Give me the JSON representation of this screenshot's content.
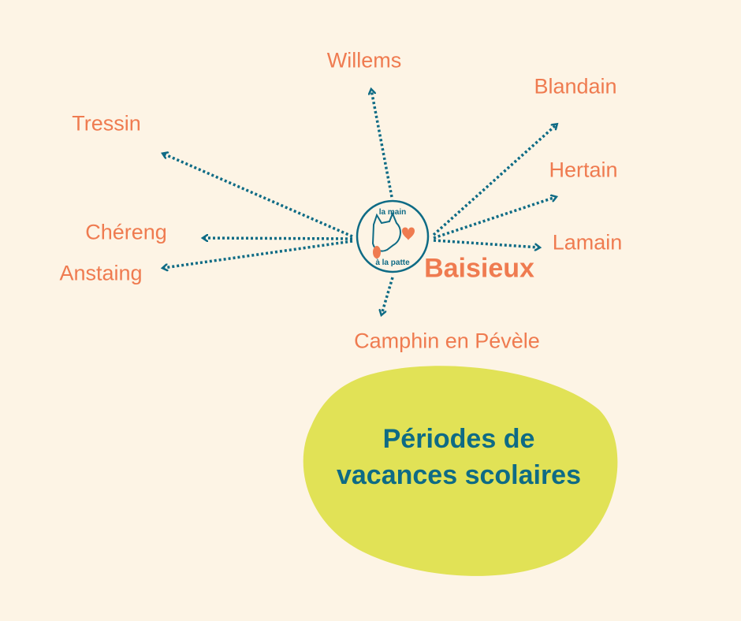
{
  "center": {
    "label": "Baisieux",
    "logo_text": "la main à la patte"
  },
  "towns": [
    {
      "name": "Willems"
    },
    {
      "name": "Blandain"
    },
    {
      "name": "Tressin"
    },
    {
      "name": "Hertain"
    },
    {
      "name": "Chéreng"
    },
    {
      "name": "Lamain"
    },
    {
      "name": "Anstaing"
    },
    {
      "name": "Camphin en Pévèle"
    }
  ],
  "title": {
    "line1": "Périodes de",
    "line2": "vacances scolaires"
  },
  "colors": {
    "background": "#fdf4e5",
    "label": "#ef7b50",
    "arrow": "#0e6b85",
    "blob": "#e1e256"
  }
}
